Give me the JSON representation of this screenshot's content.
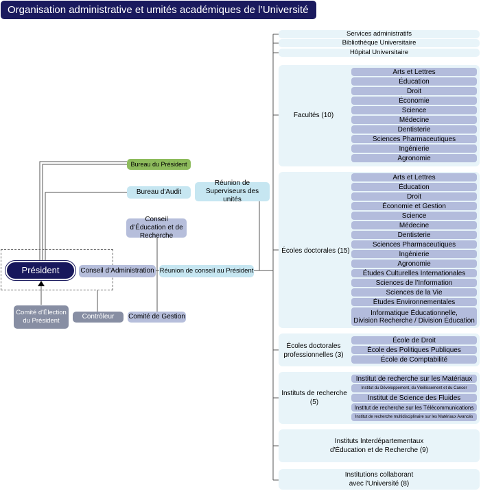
{
  "title": "Organisation administrative et umités académiques de l’Université",
  "president": "Président",
  "bureau_president": "Bureau du Président",
  "bureau_audit": "Bureau d'Audit",
  "reunion_superviseurs": "Réunion de Superviseurs des unités",
  "conseil_education": "Conseil d’Éducation et de Recherche",
  "conseil_administration": "Conseil d’Administration",
  "reunion_conseil": "Réunion de conseil au Président",
  "comite_election": "Comité d'Élection du Président",
  "controleur": "Contrôleur",
  "comite_gestion": "Comité de Gestion",
  "top_units": [
    "Services administratifs",
    "Bibliothèque Universitaire",
    "Hôpital Universitaire"
  ],
  "facultes": {
    "label": "Facultés (10)",
    "items": [
      "Arts et Lettres",
      "Éducation",
      "Droit",
      "Économie",
      "Science",
      "Médecine",
      "Dentisterie",
      "Sciences Pharmaceutiques",
      "Ingénierie",
      "Agronomie"
    ]
  },
  "ecoles_doctorales": {
    "label": "Écoles doctorales (15)",
    "items": [
      "Arts et Lettres",
      "Éducation",
      "Droit",
      "Économie et Gestion",
      "Science",
      "Médecine",
      "Dentisterie",
      "Sciences Pharmaceutiques",
      "Ingénierie",
      "Agronomie",
      "Études Culturelles Internationales",
      "Sciences de l’Information",
      "Sciences de la Vie",
      "Études Environnementales"
    ],
    "last_item_line1": "Informatique Éducationnelle,",
    "last_item_line2": "Division  Recherche / Division Éducation"
  },
  "ecoles_pro": {
    "label_line1": "Écoles doctorales",
    "label_line2": "professionnelles (3)",
    "items": [
      "École de Droit",
      "École des Politiques Publiques",
      "École de Comptabilité"
    ]
  },
  "instituts": {
    "label": "Instituts de recherche (5)",
    "items": [
      "Institut de recherche sur les Matériaux",
      "Institut du Développement, du Vieillissement et du Cancer",
      "Institut de Science des Fluides",
      "Institut de recherche sur les Télécommunications",
      "Institut de recherche multidisciplinaire sur les Matériaux Avancés"
    ]
  },
  "interdep": {
    "line1": "Instituts Interdépartementaux",
    "line2": "d'Éducation et de Recherche (9)"
  },
  "collab": {
    "line1": "Institutions collaborant",
    "line2": "avec l'Université (8)"
  },
  "colors": {
    "navy": "#18185c",
    "light_blue": "#c6e6f1",
    "green": "#8dbb5c",
    "lavender": "#b3bcdc",
    "grey": "#878ea3",
    "panel": "#e8f4f9"
  }
}
